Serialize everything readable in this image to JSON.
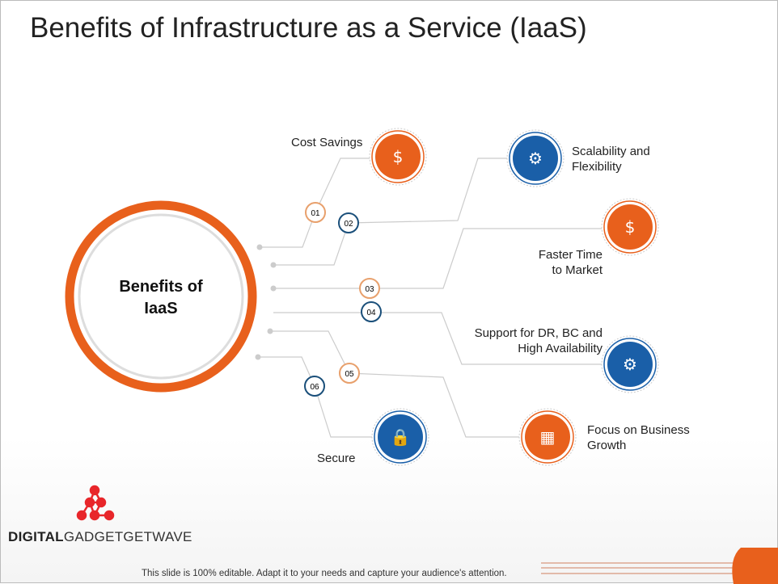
{
  "title": "Benefits of Infrastructure as a Service (IaaS)",
  "center": {
    "line1": "Benefits of",
    "line2": "IaaS"
  },
  "items": [
    {
      "num": "01",
      "label": "Cost Savings",
      "color": "#e8601c",
      "icon": "invoice-money-icon"
    },
    {
      "num": "02",
      "label1": "Scalability and",
      "label2": "Flexibility",
      "color": "#1a5fa8",
      "icon": "network-scale-icon"
    },
    {
      "num": "03",
      "label1": "Faster Time",
      "label2": "to Market",
      "color": "#e8601c",
      "icon": "cloud-money-icon"
    },
    {
      "num": "04",
      "label1": "Support for DR, BC and",
      "label2": "High Availability",
      "color": "#1a5fa8",
      "icon": "hand-gear-icon"
    },
    {
      "num": "05",
      "label1": "Focus on Business",
      "label2": "Growth",
      "color": "#e8601c",
      "icon": "presentation-team-icon"
    },
    {
      "num": "06",
      "label": "Secure",
      "color": "#1a5fa8",
      "icon": "shield-lock-icon"
    }
  ],
  "logo": {
    "bold": "DIGITAL",
    "light": "GADGETGETWAVE"
  },
  "footer": "This slide is 100% editable. Adapt it to your needs and capture your audience's attention."
}
